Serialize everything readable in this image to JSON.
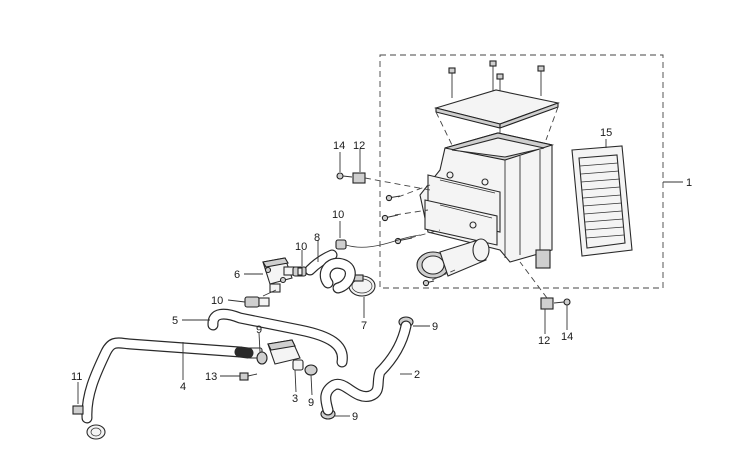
{
  "callouts": [
    {
      "id": "c1",
      "text": "1"
    },
    {
      "id": "c2",
      "text": "2"
    },
    {
      "id": "c3",
      "text": "3"
    },
    {
      "id": "c4",
      "text": "4"
    },
    {
      "id": "c5",
      "text": "5"
    },
    {
      "id": "c6",
      "text": "6"
    },
    {
      "id": "c7",
      "text": "7"
    },
    {
      "id": "c8",
      "text": "8"
    },
    {
      "id": "c9a",
      "text": "9"
    },
    {
      "id": "c9b",
      "text": "9"
    },
    {
      "id": "c9c",
      "text": "9"
    },
    {
      "id": "c9d",
      "text": "9"
    },
    {
      "id": "c10a",
      "text": "10"
    },
    {
      "id": "c10b",
      "text": "10"
    },
    {
      "id": "c10c",
      "text": "10"
    },
    {
      "id": "c11",
      "text": "11"
    },
    {
      "id": "c12a",
      "text": "12"
    },
    {
      "id": "c12b",
      "text": "12"
    },
    {
      "id": "c13",
      "text": "13"
    },
    {
      "id": "c14a",
      "text": "14"
    },
    {
      "id": "c14b",
      "text": "14"
    },
    {
      "id": "c15",
      "text": "15"
    }
  ]
}
